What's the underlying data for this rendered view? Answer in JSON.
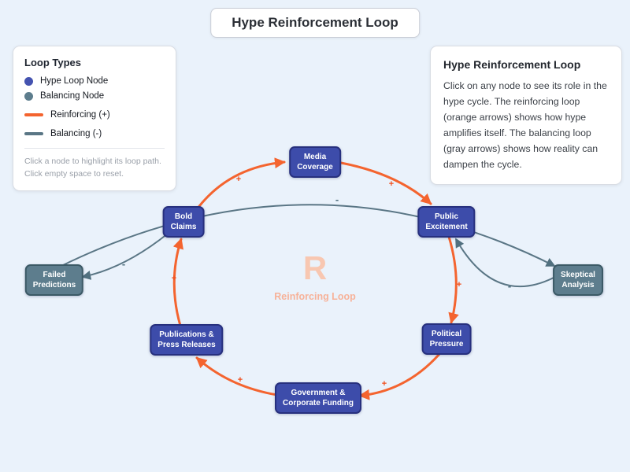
{
  "title": "Hype Reinforcement Loop",
  "colors": {
    "background": "#eaf2fb",
    "hype_node": "#3d4caa",
    "hype_node_border": "#27307e",
    "balancing_node": "#5d7d8d",
    "balancing_node_border": "#3c5a66",
    "reinforcing_edge": "#f4642f",
    "balancing_edge": "#5a7685",
    "center_label": "#f8c7b1"
  },
  "legend": {
    "title": "Loop Types",
    "items": [
      {
        "label": "Hype Loop Node",
        "swatch": "hype-node-dot",
        "color": "#4453b0"
      },
      {
        "label": "Balancing Node",
        "swatch": "balancing-node-dot",
        "color": "#5d7d8d"
      },
      {
        "label": "Reinforcing (+)",
        "swatch": "reinforcing-line",
        "color": "#f4642f"
      },
      {
        "label": "Balancing (-)",
        "swatch": "balancing-line",
        "color": "#5a7685"
      }
    ],
    "help_line1": "Click a node to highlight its loop path.",
    "help_line2": "Click empty space to reset."
  },
  "info_panel": {
    "title": "Hype Reinforcement Loop",
    "body": "Click on any node to see its role in the hype cycle. The reinforcing loop (orange arrows) shows how hype amplifies itself. The balancing loop (gray arrows) shows how reality can dampen the cycle."
  },
  "center": {
    "symbol": "R",
    "label": "Reinforcing Loop"
  },
  "nodes": [
    {
      "id": "media-coverage",
      "label": "Media\nCoverage",
      "type": "hype"
    },
    {
      "id": "public-excitement",
      "label": "Public\nExcitement",
      "type": "hype"
    },
    {
      "id": "political-pressure",
      "label": "Political\nPressure",
      "type": "hype"
    },
    {
      "id": "government-corporate-funding",
      "label": "Government &\nCorporate Funding",
      "type": "hype"
    },
    {
      "id": "publications-press-releases",
      "label": "Publications &\nPress Releases",
      "type": "hype"
    },
    {
      "id": "bold-claims",
      "label": "Bold\nClaims",
      "type": "hype"
    },
    {
      "id": "failed-predictions",
      "label": "Failed\nPredictions",
      "type": "balancing"
    },
    {
      "id": "skeptical-analysis",
      "label": "Skeptical\nAnalysis",
      "type": "balancing"
    }
  ],
  "edges": {
    "reinforcing": [
      {
        "from": "Bold Claims",
        "to": "Media Coverage",
        "label": "+"
      },
      {
        "from": "Media Coverage",
        "to": "Public Excitement",
        "label": "+"
      },
      {
        "from": "Public Excitement",
        "to": "Political Pressure",
        "label": "+"
      },
      {
        "from": "Political Pressure",
        "to": "Government & Corporate Funding",
        "label": "+"
      },
      {
        "from": "Government & Corporate Funding",
        "to": "Publications & Press Releases",
        "label": "+"
      },
      {
        "from": "Publications & Press Releases",
        "to": "Bold Claims",
        "label": "+"
      }
    ],
    "balancing": [
      {
        "from": "Bold Claims",
        "to": "Failed Predictions",
        "label": "-"
      },
      {
        "from": "Failed Predictions",
        "to": "Skeptical Analysis",
        "label": "-"
      },
      {
        "from": "Skeptical Analysis",
        "to": "Public Excitement",
        "label": "-"
      }
    ]
  }
}
